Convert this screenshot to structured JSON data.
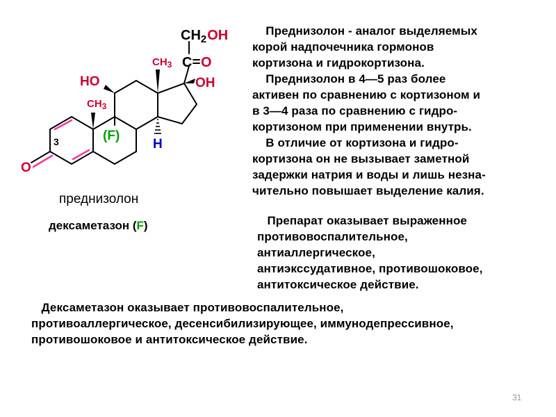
{
  "structure": {
    "labels": {
      "ch2oh_ch": "CH",
      "ch2oh_sub": "2",
      "ch2oh_oh": "OH",
      "c17_ch3": "CH",
      "c17_ch3_sub": "3",
      "carbonyl_c": "C",
      "carbonyl_o": "O",
      "oh17": "OH",
      "ho11": "HO",
      "c10_ch3": "CH",
      "c10_ch3_sub": "3",
      "f9_open": "(",
      "f9_f": "F",
      "f9_close": ")",
      "h14": "H",
      "pos3": "3",
      "o3": "O"
    },
    "colors": {
      "oxygen": "#cc0033",
      "fluorine": "#00a000",
      "hydrogen": "#0000cc",
      "double_bond": "#ff3399"
    }
  },
  "names": {
    "prednisolone": "преднизолон",
    "dexa_prefix": "дексаметазон (",
    "dexa_f": "F",
    "dexa_suffix": ")"
  },
  "text": {
    "main": "    Преднизолон - аналог выделяемых\nкорой надпочечника гормонов\nкортизона и гидрокортизона.\n    Преднизолон в 4—5 раз более\nактивен по сравнению с кортизоном и\nв 3—4 раза по сравнению с гидро-\nкортизоном при применении внутрь.\n    В отличие от кортизона и гидро-\nкортизона он не вызывает заметной\nзадержки натрия и воды и лишь незна-\nчительно повышает выделение калия.",
    "effects": "   Препарат оказывает выраженное\nпротивовоспалительное,\nантиаллергическое,\nантиэкссудативное, противошоковое,\nантитоксическое действие.",
    "dexa": "   Дексаметазон оказывает противовоспалительное,\nпротивоаллергическое, десенсибилизирующее, иммунодепрессивное,\nпротивошоковое и антитоксическое действие."
  },
  "page_number": "31"
}
